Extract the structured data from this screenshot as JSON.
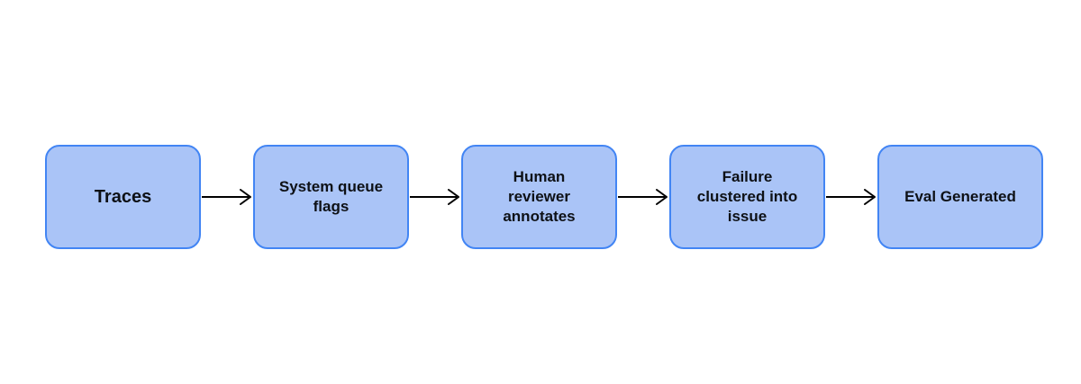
{
  "diagram": {
    "type": "flowchart",
    "orientation": "left-to-right",
    "colors": {
      "background": "#ffffff",
      "node_fill": "#aac4f7",
      "node_border": "#4285f4",
      "text": "#0e1116",
      "arrow": "#000000"
    },
    "steps": [
      {
        "label": "Traces"
      },
      {
        "label": "System queue\nflags"
      },
      {
        "label": "Human\nreviewer\nannotates"
      },
      {
        "label": "Failure\nclustered into\nissue"
      },
      {
        "label": "Eval Generated"
      }
    ],
    "connectors": [
      {
        "from": "Traces",
        "to": "System queue flags",
        "style": "arrow-right"
      },
      {
        "from": "System queue flags",
        "to": "Human reviewer annotates",
        "style": "arrow-right"
      },
      {
        "from": "Human reviewer annotates",
        "to": "Failure clustered into issue",
        "style": "arrow-right"
      },
      {
        "from": "Failure clustered into issue",
        "to": "Eval Generated",
        "style": "arrow-right"
      }
    ]
  }
}
